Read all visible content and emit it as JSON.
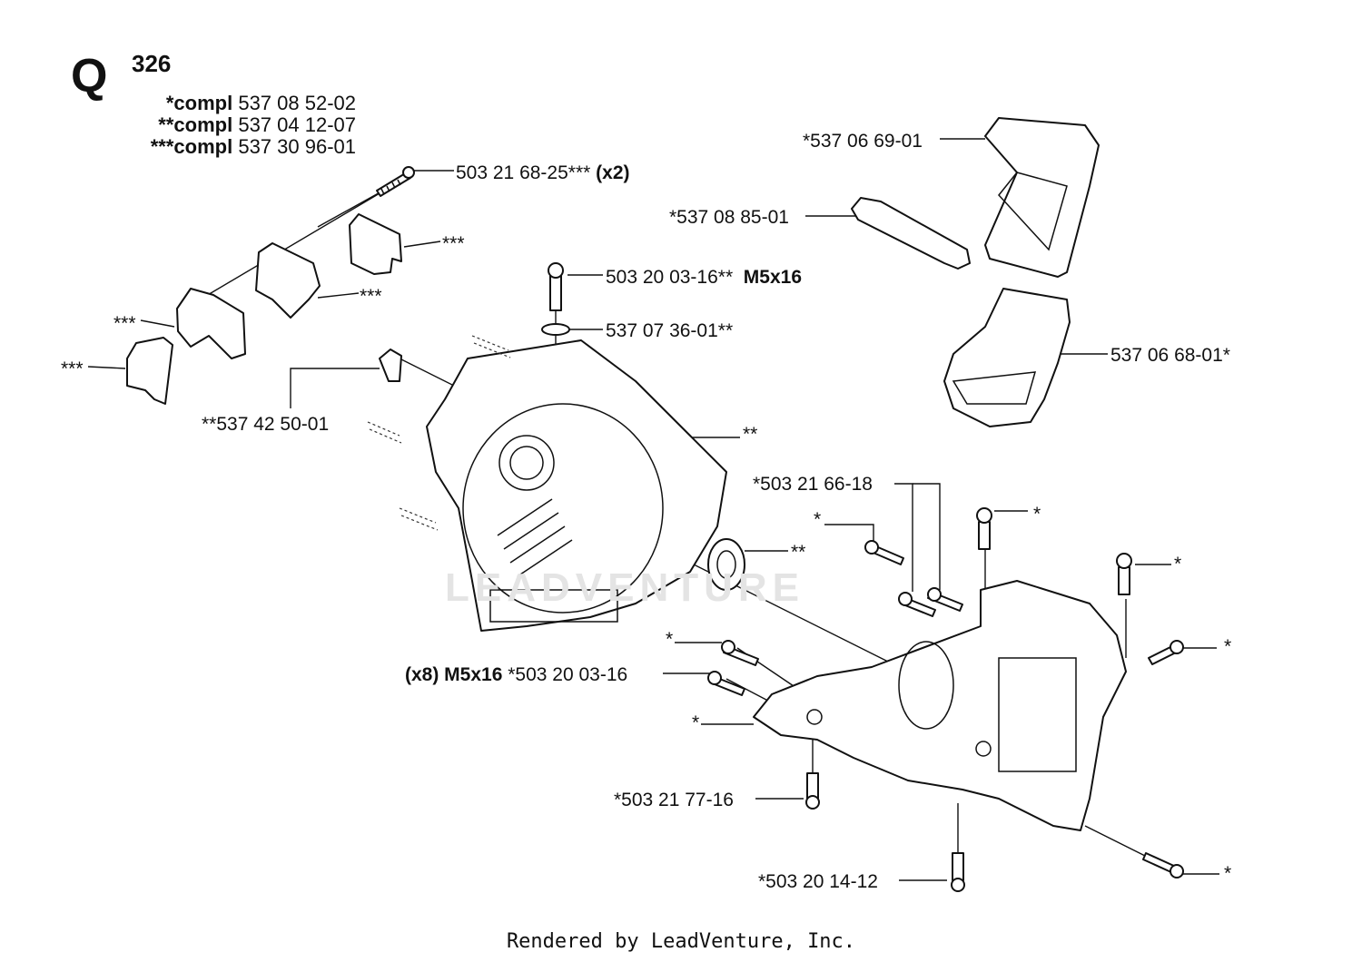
{
  "header": {
    "section_letter": "Q",
    "section_number": "326",
    "kits": [
      {
        "stars": "*",
        "word": "compl",
        "number": "537 08 52-02"
      },
      {
        "stars": "**",
        "word": "compl",
        "number": "537 04 12-07"
      },
      {
        "stars": "***",
        "word": "compl",
        "number": "537 30 96-01"
      }
    ]
  },
  "parts": {
    "p01": {
      "text": "503 21 68-25***",
      "bold": "(x2)"
    },
    "p02": {
      "text": "***"
    },
    "p03": {
      "text": "***"
    },
    "p04": {
      "text": "***"
    },
    "p05": {
      "text": "***"
    },
    "p06": {
      "text": "**537 42 50-01"
    },
    "p07": {
      "text": "503 20 03-16**",
      "bold": "M5x16"
    },
    "p08": {
      "text": "537 07 36-01**"
    },
    "p09": {
      "text": "**"
    },
    "p10": {
      "text": "**"
    },
    "p11": {
      "text": "*537 06 69-01"
    },
    "p12": {
      "text": "*537 08 85-01"
    },
    "p13": {
      "text": "537 06 68-01*"
    },
    "p14": {
      "text": "*503 21 66-18"
    },
    "p15": {
      "text": "*"
    },
    "p16": {
      "text": "*"
    },
    "p17": {
      "text": "*"
    },
    "p18": {
      "text": "*"
    },
    "p19": {
      "text": "*"
    },
    "p20": {
      "bold": "(x8) M5x16",
      "text": "*503 20 03-16"
    },
    "p21": {
      "text": "*"
    },
    "p22": {
      "text": "*503 21 77-16"
    },
    "p23": {
      "text": "*503 20 14-12"
    },
    "p24": {
      "text": "*"
    }
  },
  "watermark": "LEADVENTURE",
  "footer": "Rendered by LeadVenture, Inc."
}
